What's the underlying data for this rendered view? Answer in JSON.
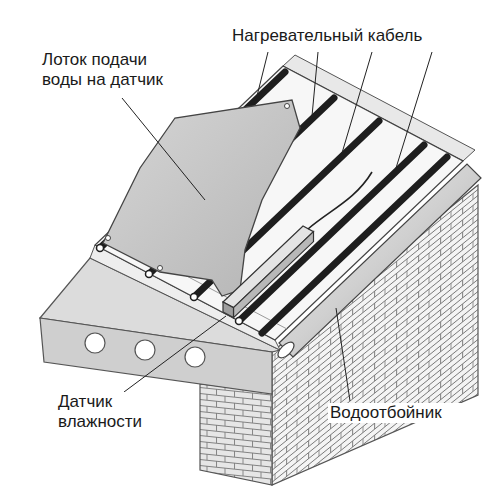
{
  "diagram": {
    "labels": [
      "Лоток подачи воды на датчик",
      "Нагревательный кабель",
      "Датчик влажности",
      "Водоотбойник"
    ]
  }
}
